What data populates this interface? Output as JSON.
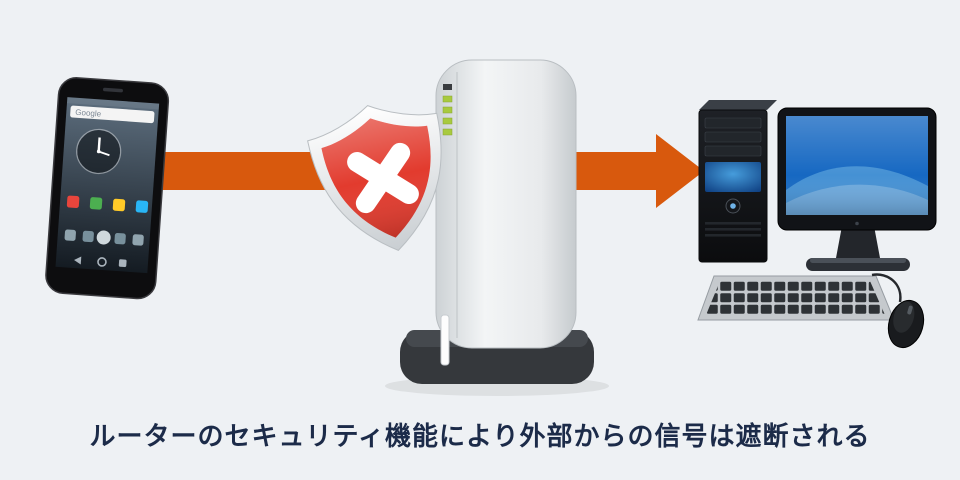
{
  "caption": {
    "text": "ルーターのセキュリティ機能により外部からの信号は遮断される"
  },
  "phone": {
    "search_label": "Google"
  },
  "icons": {
    "shield": "block-shield-icon",
    "x_mark": "x-mark-icon",
    "arrow": "signal-arrow-right"
  },
  "router": {
    "led_count": 4
  },
  "colors": {
    "background": "#eef1f4",
    "arrow": "#d8590d",
    "shield_red": "#e23b2e",
    "led_green": "#a8ca3e",
    "screen_blue": "#1668c2",
    "caption_text": "#1c2b49"
  }
}
